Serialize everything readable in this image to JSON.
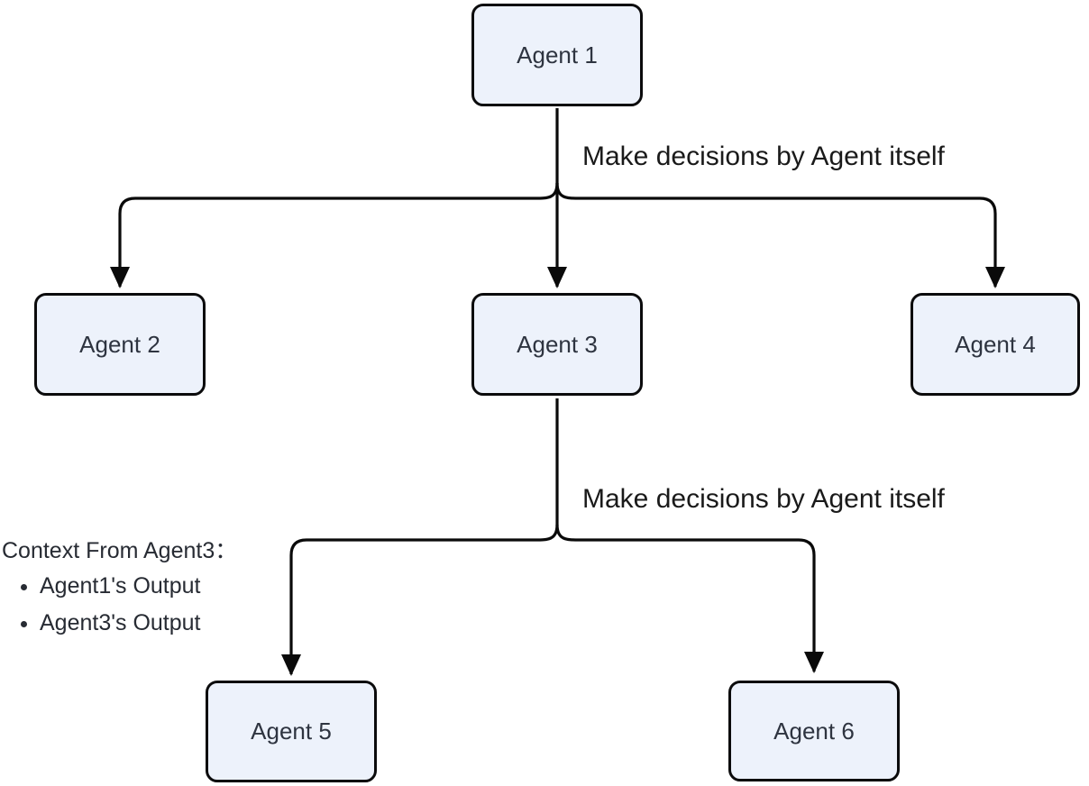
{
  "diagram": {
    "type": "flowchart",
    "direction": "top-down",
    "nodes": [
      {
        "id": "agent1",
        "label": "Agent 1"
      },
      {
        "id": "agent2",
        "label": "Agent 2"
      },
      {
        "id": "agent3",
        "label": "Agent 3"
      },
      {
        "id": "agent4",
        "label": "Agent 4"
      },
      {
        "id": "agent5",
        "label": "Agent 5"
      },
      {
        "id": "agent6",
        "label": "Agent 6"
      }
    ],
    "edges": [
      {
        "from": "agent1",
        "to": "agent2"
      },
      {
        "from": "agent1",
        "to": "agent3"
      },
      {
        "from": "agent1",
        "to": "agent4"
      },
      {
        "from": "agent3",
        "to": "agent5"
      },
      {
        "from": "agent3",
        "to": "agent6"
      }
    ],
    "edge_labels": [
      "Make decisions by Agent itself",
      "Make decisions by Agent itself"
    ],
    "context_note": {
      "title": "Context From Agent3：",
      "items": [
        "Agent1's Output",
        "Agent3's Output"
      ]
    },
    "colors": {
      "node_fill": "#edf2fb",
      "node_border": "#0b0b0c",
      "connector": "#0a0a0a",
      "node_text": "#2e3440",
      "label_text": "#1a1a1a"
    }
  }
}
